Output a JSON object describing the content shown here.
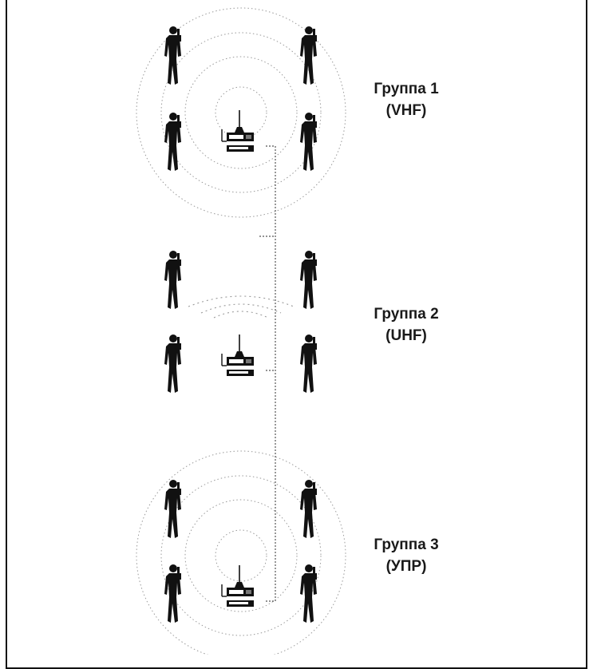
{
  "groups": [
    {
      "name": "Группа 1",
      "band": "(VHF)"
    },
    {
      "name": "Группа 2",
      "band": "(UHF)"
    },
    {
      "name": "Группа 3",
      "band": "(УПР)"
    }
  ],
  "colors": {
    "ink": "#111111",
    "wave": "#9a9a9a",
    "cable": "#555555"
  }
}
